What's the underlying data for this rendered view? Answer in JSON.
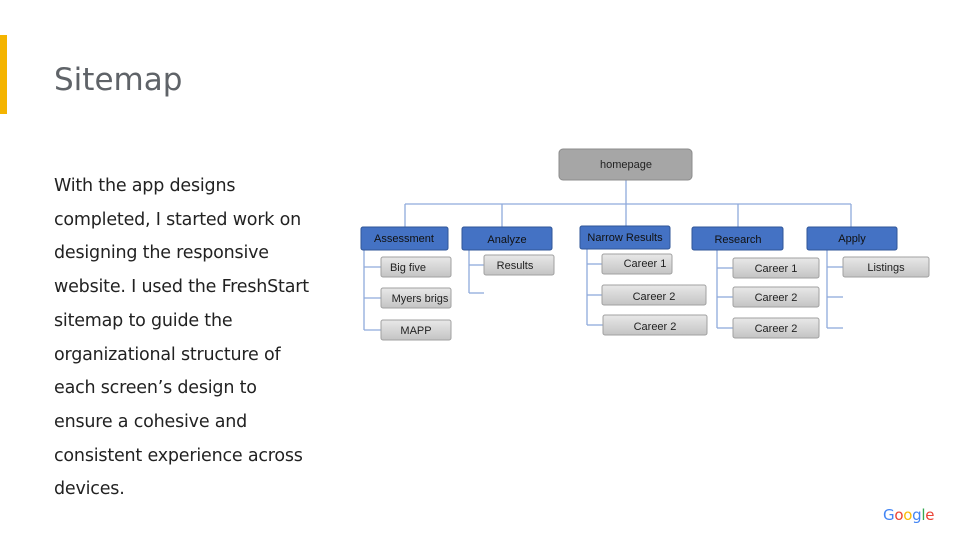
{
  "slide": {
    "title": "Sitemap",
    "body": "With the app designs completed, I started work on designing the responsive website. I used the FreshStart sitemap to guide the organizational structure of each screen’s design to ensure a cohesive and consistent experience across devices."
  },
  "sitemap": {
    "root": "homepage",
    "sections": [
      {
        "label": "Assessment",
        "children": [
          "Big five",
          "Myers brigs",
          "MAPP"
        ]
      },
      {
        "label": "Analyze",
        "children": [
          "Results"
        ]
      },
      {
        "label": "Narrow Results",
        "children": [
          "Career 1",
          "Career 2",
          "Career 2"
        ]
      },
      {
        "label": "Research",
        "children": [
          "Career 1",
          "Career 2",
          "Career 2"
        ]
      },
      {
        "label": "Apply",
        "children": [
          "Listings"
        ]
      }
    ]
  },
  "colors": {
    "accent": "#f4b400",
    "root_fill": "#a6a6a6",
    "section_fill": "#4472c4",
    "child_fill": "#d0d0d0",
    "connector": "#8faadc"
  },
  "logo": {
    "letters": [
      "G",
      "o",
      "o",
      "g",
      "l",
      "e"
    ]
  }
}
